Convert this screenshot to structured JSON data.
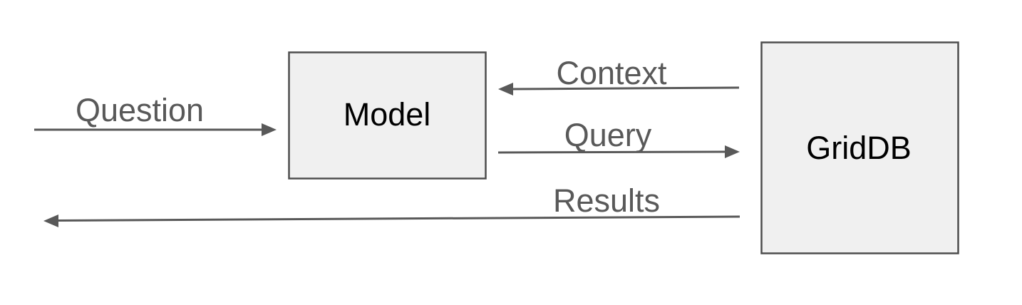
{
  "diagram": {
    "nodes": [
      {
        "id": "model",
        "label": "Model"
      },
      {
        "id": "griddb",
        "label": "GridDB"
      }
    ],
    "arrows": [
      {
        "id": "question",
        "label": "Question",
        "direction": "right",
        "from": "external",
        "to": "model"
      },
      {
        "id": "context",
        "label": "Context",
        "direction": "left",
        "from": "griddb",
        "to": "model"
      },
      {
        "id": "query",
        "label": "Query",
        "direction": "right",
        "from": "model",
        "to": "griddb"
      },
      {
        "id": "results",
        "label": "Results",
        "direction": "left",
        "from": "griddb",
        "to": "external"
      }
    ],
    "colors": {
      "background": "#ffffff",
      "node_fill": "#f0f0f0",
      "node_border": "#4d4d4d",
      "node_text": "#000000",
      "arrow": "#595959",
      "label_text": "#595959"
    }
  }
}
